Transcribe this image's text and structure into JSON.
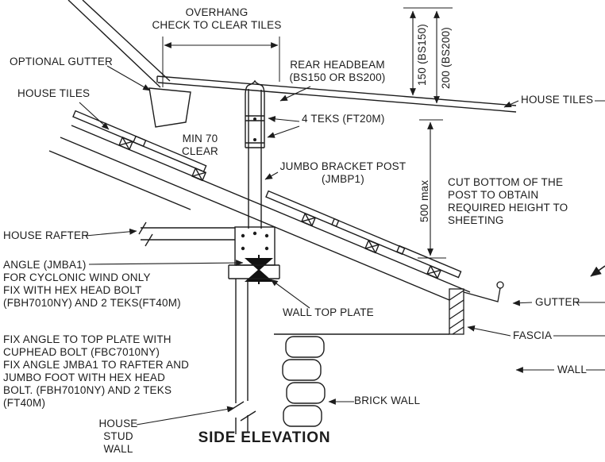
{
  "drawing": {
    "title": "SIDE ELEVATION",
    "line_color": "#1c1c1c",
    "background": "#ffffff",
    "notes": {
      "overhang": "OVERHANG\nCHECK TO CLEAR TILES",
      "optional_gutter": "OPTIONAL GUTTER",
      "house_tiles_left": "HOUSE TILES",
      "house_tiles_right": "HOUSE TILES",
      "rear_headbeam": "REAR HEADBEAM\n(BS150 OR BS200)",
      "teks": "4 TEKS (FT20M)",
      "min_clear": "MIN 70\nCLEAR",
      "jumbo_post": "JUMBO BRACKET POST\n(JMBP1)",
      "cut_bottom": "CUT BOTTOM OF THE\nPOST TO OBTAIN\nREQUIRED HEIGHT TO\nSHEETING",
      "house_rafter": "HOUSE RAFTER",
      "angle_note": "ANGLE (JMBA1)\nFOR CYCLONIC WIND ONLY\nFIX WITH HEX HEAD BOLT\n(FBH7010NY) AND 2 TEKS(FT40M)",
      "wall_top_plate": "WALL TOP PLATE",
      "fix_note": "FIX ANGLE TO TOP PLATE WITH\nCUPHEAD BOLT (FBC7010NY)\nFIX ANGLE JMBA1 TO RAFTER AND\nJUMBO FOOT WITH HEX HEAD\nBOLT. (FBH7010NY) AND 2 TEKS\n(FT40M)",
      "gutter": "GUTTER",
      "fascia": "FASCIA",
      "wall": "WALL",
      "brick_wall": "BRICK WALL",
      "house_stud_wall": "HOUSE STUD\nWALL"
    },
    "dimensions": {
      "beam_150": "150 (BS150)",
      "beam_200": "200 (BS200)",
      "post_500": "500 max"
    }
  }
}
